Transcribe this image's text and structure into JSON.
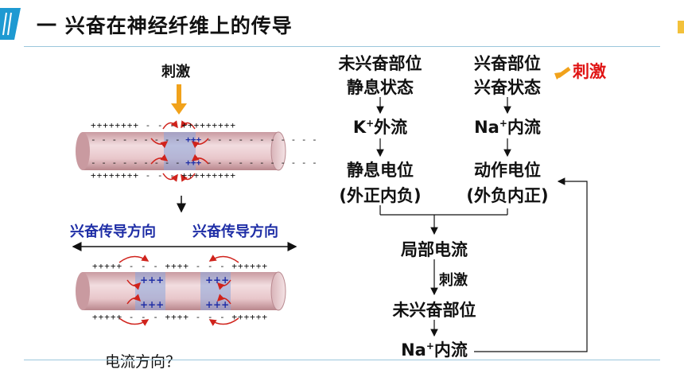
{
  "slide": {
    "title": "一  兴奋在神经纤维上的传导",
    "accent_color": "#1e9ad2",
    "line_color": "#9bc7dc"
  },
  "left_diagram": {
    "stimulus_label": "刺激",
    "top_fiber": {
      "top_charges_left": "++++++++",
      "top_charges_mid": "- - -",
      "top_charges_right": "+++++++++",
      "inner_top_left": "- - - - - - - - -",
      "inner_top_mid": "+++",
      "inner_top_right": "- - - - - - - - - - -",
      "inner_bot_left": "- - - - - - - - -",
      "inner_bot_mid": "+++",
      "inner_bot_right": "- - - - - - - - - - -",
      "bot_charges_left": "++++++++",
      "bot_charges_mid": "- - -",
      "bot_charges_right": "+++++++++"
    },
    "direction_left": "兴奋传导方向",
    "direction_right": "兴奋传导方向",
    "bottom_fiber": {
      "top_charges": "+++++ - - - ++++ - - - ++++++",
      "bot_charges": "+++++ - - - ++++ - - - ++++++",
      "band_label": "+++"
    },
    "question": "电流方向？"
  },
  "flowchart": {
    "left_col": {
      "state_line1": "未兴奋部位",
      "state_line2": "静息状态",
      "ion_flow_prefix": "K",
      "ion_flow_sup": "+",
      "ion_flow_suffix": "外流",
      "potential_line1": "静息电位",
      "potential_line2": "(外正内负)"
    },
    "right_col": {
      "state_line1": "兴奋部位",
      "state_line2": "兴奋状态",
      "stimulus": "刺激",
      "ion_flow_prefix": "Na",
      "ion_flow_sup": "+",
      "ion_flow_suffix": "内流",
      "potential_line1": "动作电位",
      "potential_line2": "(外负内正)"
    },
    "local_current": "局部电流",
    "stimulus_mid": "刺激",
    "unexcited": "未兴奋部位",
    "na_prefix": "Na",
    "na_sup": "+",
    "na_suffix": "内流"
  }
}
